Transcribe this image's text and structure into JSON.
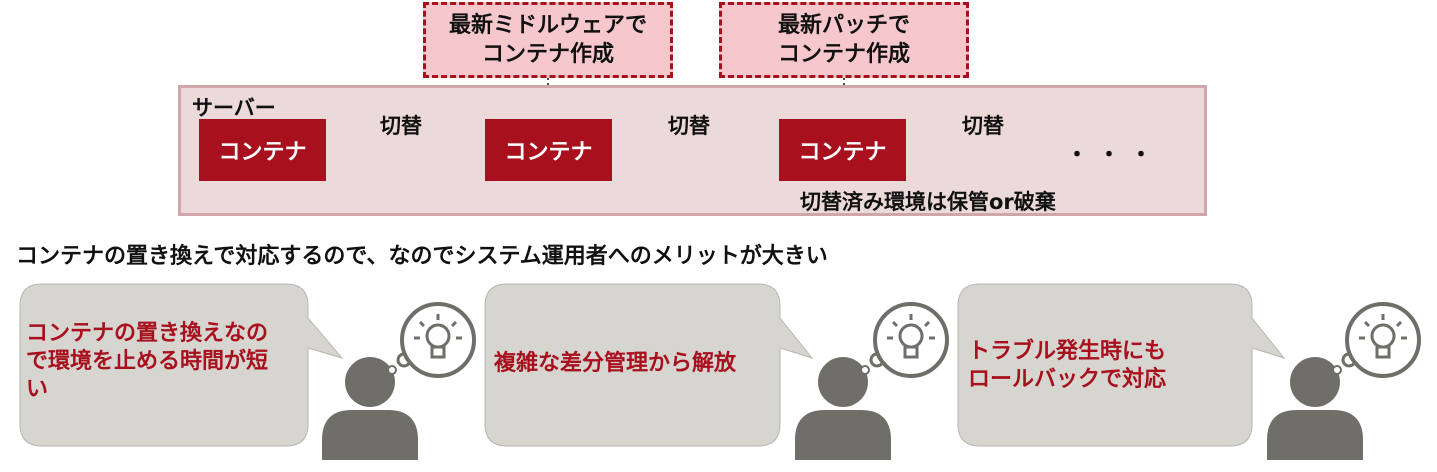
{
  "notes": [
    {
      "lines": [
        "最新ミドルウェアで",
        "コンテナ作成"
      ]
    },
    {
      "lines": [
        "最新パッチで",
        "コンテナ作成"
      ]
    }
  ],
  "server": {
    "label": "サーバー"
  },
  "containers": [
    "コンテナ",
    "コンテナ",
    "コンテナ"
  ],
  "switch_labels": [
    "切替",
    "切替",
    "切替"
  ],
  "continuation": "・・・",
  "archive_note": "切替済み環境は保管or破棄",
  "summary": "コンテナの置き換えで対応するので、なのでシステム運用者へのメリットが大きい",
  "benefits": [
    {
      "lines": [
        "コンテナの置き換えなの",
        "で環境を止める時間が短",
        "い"
      ]
    },
    {
      "lines": [
        "複雑な差分管理から解放"
      ]
    },
    {
      "lines": [
        "トラブル発生時にも",
        "ロールバックで対応"
      ]
    }
  ],
  "colors": {
    "accent": "#a8101e",
    "note_fill": "#f6c7cc",
    "server_fill": "#ecd9da",
    "bubble": "#d6d5d0",
    "person": "#6f6e69"
  }
}
